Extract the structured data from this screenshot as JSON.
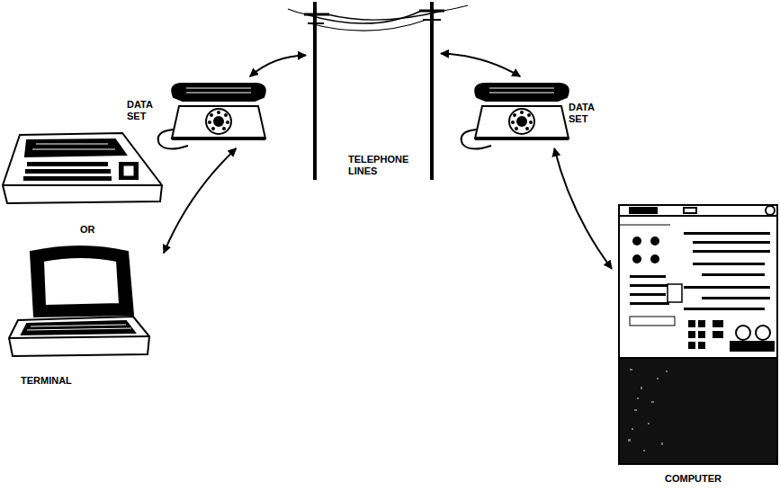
{
  "diagram": {
    "nodes": [
      {
        "text": [
          "DATA SET"
        ]
      },
      {
        "text": [
          "TELEPHONE LINES"
        ]
      },
      {
        "text": [
          "DATA SET"
        ]
      },
      {
        "text": [
          "TERMINAL"
        ]
      },
      {
        "text": [
          "COMPUTER"
        ]
      }
    ],
    "edges": [
      {
        "from": 3,
        "to": 0,
        "arrow": "both"
      },
      {
        "from": 0,
        "to": 1,
        "arrow": "both"
      },
      {
        "from": 1,
        "to": 2,
        "arrow": "both"
      },
      {
        "from": 2,
        "to": 4,
        "arrow": "both"
      }
    ],
    "labels": [
      "OR"
    ]
  }
}
